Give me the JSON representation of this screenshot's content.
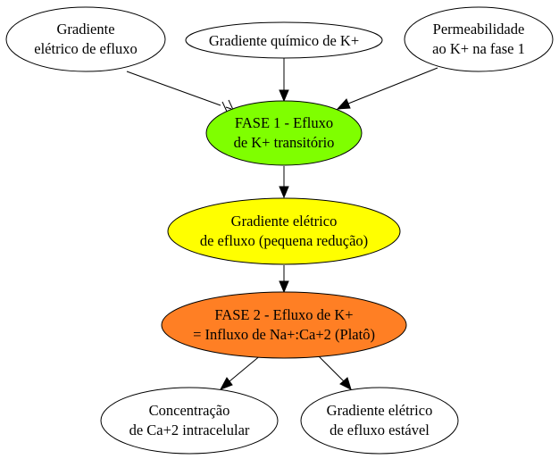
{
  "nodes": {
    "gradiente_eletrico_efluxo": {
      "lines": [
        "Gradiente",
        "elétrico de efluxo"
      ],
      "fill": "#ffffff"
    },
    "gradiente_quimico": {
      "lines": [
        "Gradiente químico de K+"
      ],
      "fill": "#ffffff"
    },
    "permeabilidade": {
      "lines": [
        "Permeabilidade",
        "ao K+ na fase 1"
      ],
      "fill": "#ffffff"
    },
    "fase1": {
      "lines": [
        "FASE 1 - Efluxo",
        "de K+ transitório"
      ],
      "fill": "#7fff00"
    },
    "gradiente_pequena_reducao": {
      "lines": [
        "Gradiente elétrico",
        "de efluxo (pequena redução)"
      ],
      "fill": "#ffff00"
    },
    "fase2": {
      "lines": [
        "FASE 2 - Efluxo de K+",
        "= Influxo de Na+:Ca+2 (Platô)"
      ],
      "fill": "#ff7f24"
    },
    "concentracao_ca": {
      "lines": [
        "Concentração",
        "de Ca+2 intracelular"
      ],
      "fill": "#ffffff"
    },
    "gradiente_estavel": {
      "lines": [
        "Gradiente elétrico",
        "de efluxo estável"
      ],
      "fill": "#ffffff"
    }
  },
  "edges": [
    {
      "from": "gradiente_eletrico_efluxo",
      "to": "fase1",
      "arrowhead": "tee"
    },
    {
      "from": "gradiente_quimico",
      "to": "fase1",
      "arrowhead": "normal"
    },
    {
      "from": "permeabilidade",
      "to": "fase1",
      "arrowhead": "normal"
    },
    {
      "from": "fase1",
      "to": "gradiente_pequena_reducao",
      "arrowhead": "normal"
    },
    {
      "from": "gradiente_pequena_reducao",
      "to": "fase2",
      "arrowhead": "normal"
    },
    {
      "from": "fase2",
      "to": "concentracao_ca",
      "arrowhead": "normal"
    },
    {
      "from": "fase2",
      "to": "gradiente_estavel",
      "arrowhead": "normal"
    }
  ]
}
